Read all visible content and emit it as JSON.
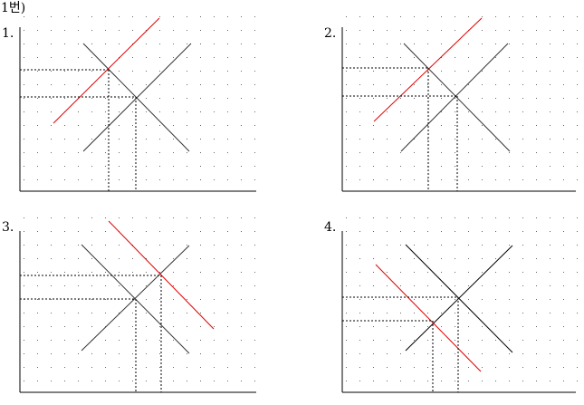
{
  "header": {
    "title": "1번)"
  },
  "panels": [
    {
      "label": "1."
    },
    {
      "label": "2."
    },
    {
      "label": "3."
    },
    {
      "label": "4."
    }
  ],
  "colors": {
    "original": "#333333",
    "shifted": "#e00000",
    "grid_dot": "#666666"
  }
}
